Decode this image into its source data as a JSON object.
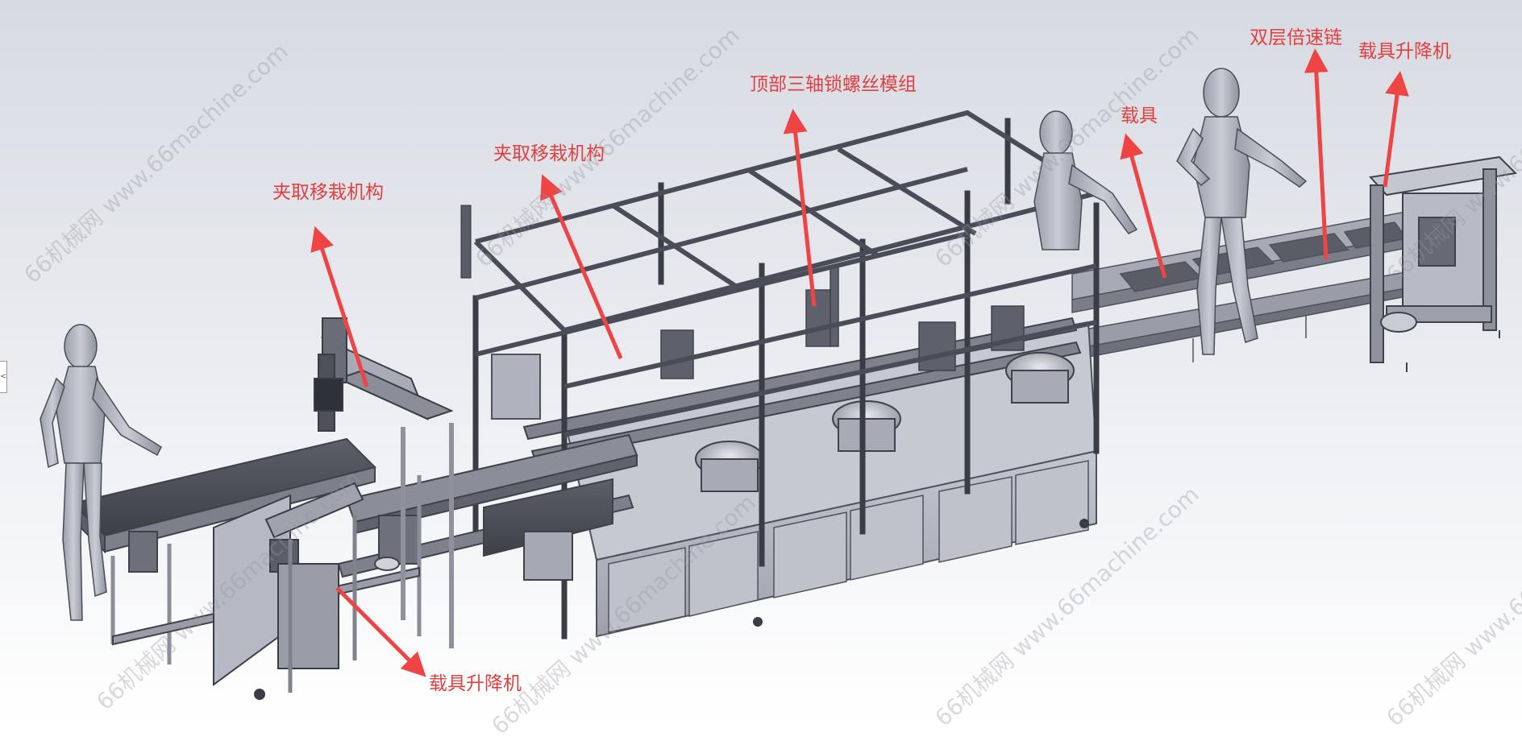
{
  "callouts": {
    "gripper_left": "夹取移栽机构",
    "gripper_mid": "夹取移栽机构",
    "screw_module": "顶部三轴锁螺丝模组",
    "carrier": "载具",
    "double_chain": "双层倍速链",
    "lift_right": "载具升降机",
    "lift_bottom": "载具升降机"
  },
  "watermark": {
    "text": "66机械网 www.66machine.com"
  },
  "colors": {
    "background_top": "#d9dce3",
    "background_bottom": "#ffffff",
    "frame": "#8a8d98",
    "frame_dark": "#4f525c",
    "panel": "#b4b7c2",
    "callout_red": "#ee4444",
    "callout_text": "#e04040"
  },
  "left_tab": "<"
}
